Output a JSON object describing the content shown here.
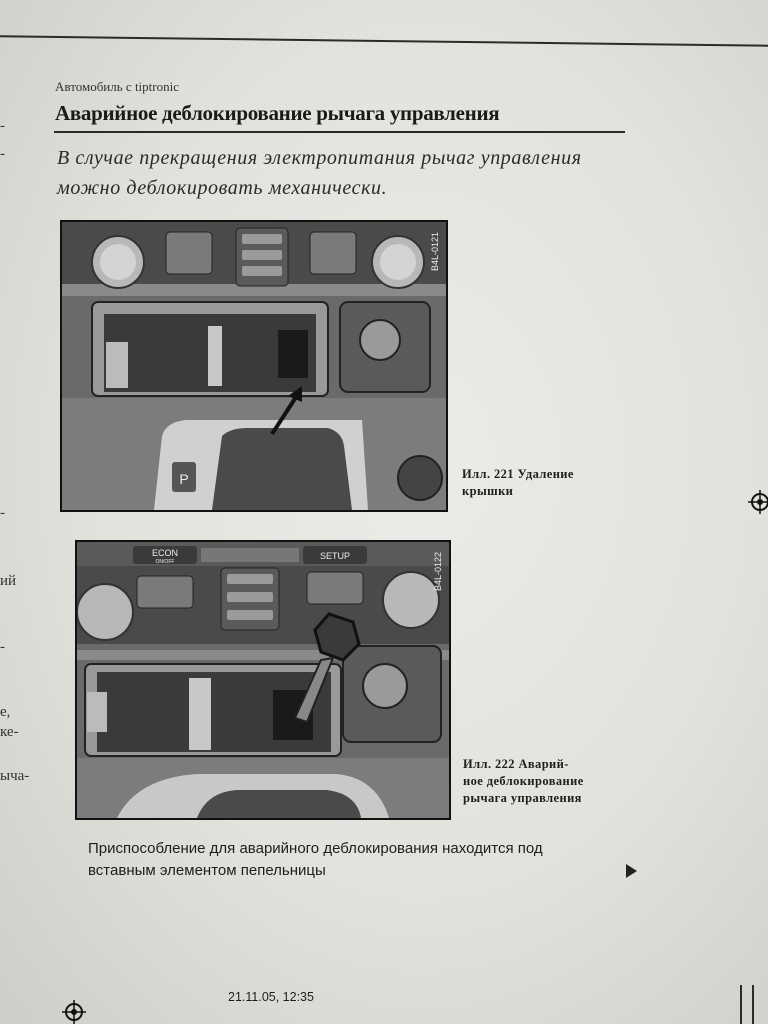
{
  "section_label": "Автомобиль с tiptronic",
  "title": "Аварийное деблокирование рычага управления",
  "lead_text": "В случае прекращения электропитания рычаг управления можно деблокировать механически.",
  "figure1": {
    "code": "B4L-0121",
    "caption_line1": "Илл. 221   Удаление",
    "caption_line2": "крышки",
    "button_label": "P"
  },
  "figure2": {
    "code": "B4L-0122",
    "caption_line1": "Илл. 222   Аварий-",
    "caption_line2": "ное деблокирование",
    "caption_line3": "рычага   управления",
    "button_econ": "ECON",
    "button_econ_sub": "ON/OFF",
    "button_setup": "SETUP"
  },
  "body_line1": "Приспособление для аварийного деблокирования находится под",
  "body_line2": "вставным элементом пепельницы",
  "footer_timestamp": "21.11.05, 12:35",
  "left_margin_fragments": [
    "-",
    "-",
    "-",
    "ий",
    "-",
    "е,",
    "ке-",
    "ыча-"
  ],
  "colors": {
    "page": "#e6e5e0",
    "ink": "#1e1e1e",
    "photo_dark": "#3a3a3a"
  }
}
